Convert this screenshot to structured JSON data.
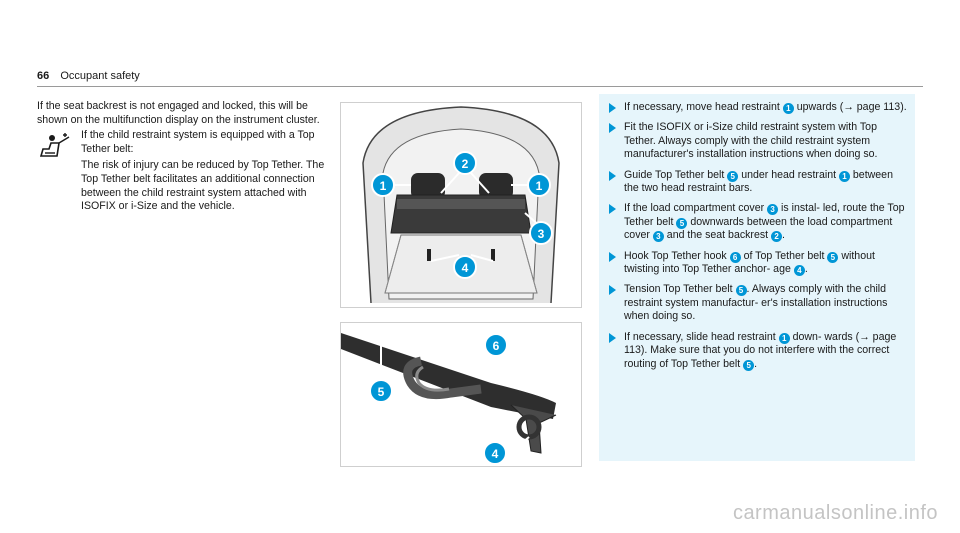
{
  "header": {
    "page_number": "66",
    "section_title": "Occupant safety"
  },
  "left": {
    "intro": "If the seat backrest is not engaged and locked, this will be shown on the multifunction display on the instrument cluster.",
    "warning_icon": "child-seat-warning-icon",
    "warning_lead": "If the child restraint system is equipped with a Top Tether belt:",
    "warning_body": "The risk of injury can be reduced by Top Tether. The Top Tether belt facilitates an additional connection between the child restraint system attached with ISOFIX or i-Size and the vehicle."
  },
  "figure1": {
    "callouts": [
      "1",
      "2",
      "1",
      "3",
      "4"
    ]
  },
  "figure2": {
    "callouts": [
      "6",
      "5",
      "4"
    ]
  },
  "steps": [
    {
      "segments": [
        "If necessary, move head restraint ",
        "1",
        " upwards (→ page 113)."
      ]
    },
    {
      "segments": [
        "Fit the ISOFIX or i-Size child restraint system with Top Tether. Always comply with the child restraint system manufacturer's installation instructions when doing so."
      ]
    },
    {
      "segments": [
        "Guide Top Tether belt ",
        "5",
        " under head restraint ",
        "1",
        " between the two head restraint bars."
      ]
    },
    {
      "segments": [
        "If the load compartment cover ",
        "3",
        " is instal- led, route the Top Tether belt ",
        "5",
        " downwards between the load compartment cover ",
        "3",
        " and the seat backrest ",
        "2",
        "."
      ]
    },
    {
      "segments": [
        "Hook Top Tether hook ",
        "6",
        " of Top Tether belt ",
        "5",
        " without twisting into Top Tether anchor- age ",
        "4",
        "."
      ]
    },
    {
      "segments": [
        "Tension Top Tether belt ",
        "5",
        ". Always comply with the child restraint system manufactur- er's installation instructions when doing so."
      ]
    },
    {
      "segments": [
        "If necessary, slide head restraint ",
        "1",
        " down- wards (→ page 113). Make sure that you do not interfere with the correct routing of Top Tether belt ",
        "5",
        "."
      ]
    }
  ],
  "watermark": "carmanualsonline.info",
  "colors": {
    "accent": "#0096d6",
    "panel": "#e6f5fb"
  }
}
